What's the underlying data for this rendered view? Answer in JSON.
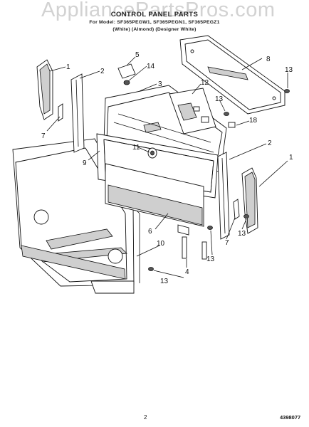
{
  "watermark": "AppliancePartsPros.com",
  "header": {
    "title": "CONTROL PANEL PARTS",
    "models": "For Model: SF365PEGW1, SF365PEGN1, SF365PEGZ1",
    "colors": "(White)      (Almond)      (Designer White)"
  },
  "callouts": [
    "1",
    "1",
    "2",
    "2",
    "3",
    "4",
    "5",
    "6",
    "7",
    "7",
    "8",
    "9",
    "10",
    "11",
    "12",
    "13",
    "13",
    "13",
    "13",
    "13",
    "14",
    "18"
  ],
  "footer": {
    "page": "2",
    "doc_number": "4398077"
  }
}
